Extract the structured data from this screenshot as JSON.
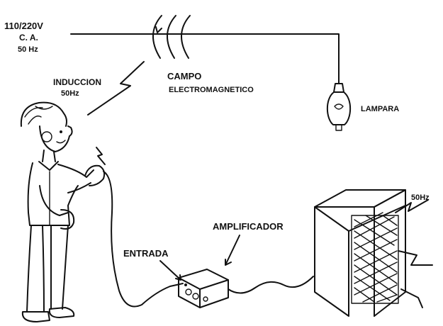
{
  "labels": {
    "voltage": "110/220V",
    "ac": "C. A.",
    "line_freq": "50 Hz",
    "induction": "INDUCCION",
    "induction_freq": "50Hz",
    "field_title": "CAMPO",
    "field_subtitle": "ELECTROMAGNETICO",
    "lamp": "LAMPARA",
    "speaker_freq": "50Hz",
    "amplifier": "AMPLIFICADOR",
    "input": "ENTRADA"
  },
  "colors": {
    "ink": "#111111",
    "background": "#ffffff"
  }
}
